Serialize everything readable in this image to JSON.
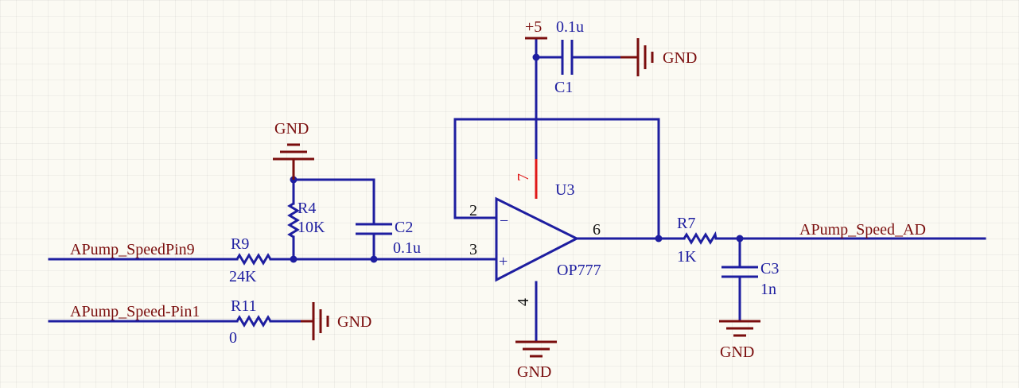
{
  "net_labels": {
    "input_pin9": "APump_SpeedPin9",
    "input_pin1": "APump_Speed-Pin1",
    "output": "APump_Speed_AD"
  },
  "power": {
    "vcc": "+5",
    "gnd": "GND"
  },
  "components": {
    "c1": {
      "designator": "C1",
      "value": "0.1u"
    },
    "c2": {
      "designator": "C2",
      "value": "0.1u"
    },
    "c3": {
      "designator": "C3",
      "value": "1n"
    },
    "r4": {
      "designator": "R4",
      "value": "10K"
    },
    "r7": {
      "designator": "R7",
      "value": "1K"
    },
    "r9": {
      "designator": "R9",
      "value": "24K"
    },
    "r11": {
      "designator": "R11",
      "value": "0"
    },
    "u3": {
      "designator": "U3",
      "part": "OP777"
    }
  },
  "opamp_pins": {
    "inv": "2",
    "noninv": "3",
    "out": "6",
    "vcc": "7",
    "gnd": "4"
  },
  "opamp_symbols": {
    "minus": "−",
    "plus": "+"
  }
}
